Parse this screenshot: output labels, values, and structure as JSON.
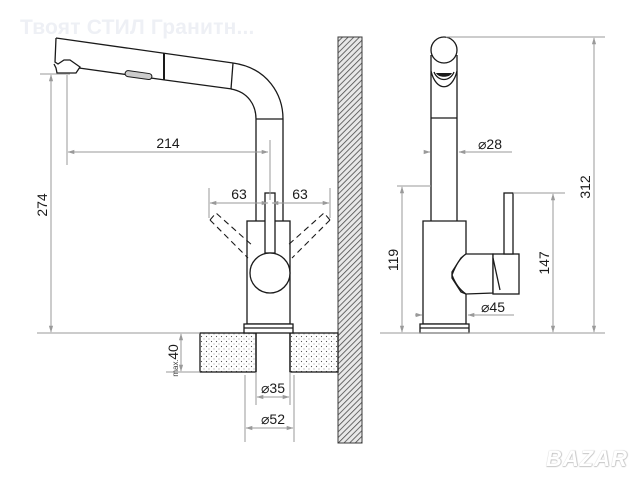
{
  "watermark": {
    "text": "Твоят СТИЛ Гранитн..."
  },
  "logo": {
    "text": "BAZAR"
  },
  "front_view": {
    "dimensions": {
      "spout_reach": "214",
      "total_height": "274",
      "lever_left_swing": "63",
      "lever_right_swing": "63",
      "countertop_max_thickness_value": "40",
      "countertop_max_thickness_prefix": "max.",
      "hole_diameter": "⌀35",
      "base_diameter": "⌀52"
    }
  },
  "side_view": {
    "dimensions": {
      "spout_diameter": "⌀28",
      "body_diameter": "⌀45",
      "body_height": "119",
      "lever_height": "147",
      "overall_height": "312"
    }
  },
  "colors": {
    "outline": "#1a1a1a",
    "dimension_lines": "#9a9a9a",
    "wall_hatch": "#5a5a5a",
    "background": "#ffffff"
  }
}
